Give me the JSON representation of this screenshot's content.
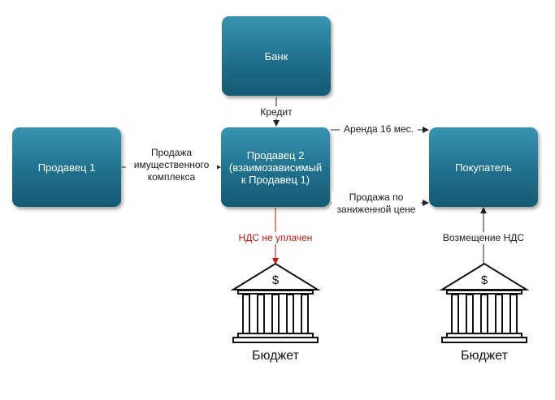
{
  "nodes": {
    "bank": "Банк",
    "seller1": "Продавец 1",
    "seller2_line1": "Продавец 2",
    "seller2_line2": "(взаимозависимый",
    "seller2_line3": "к Продавец 1)",
    "buyer": "Покупатель"
  },
  "edges": {
    "credit": "Кредит",
    "sale_complex_line1": "Продажа",
    "sale_complex_line2": "имущественного",
    "sale_complex_line3": "комплекса",
    "rent": "Аренда 16 мес.",
    "sale_low_line1": "Продажа по",
    "sale_low_line2": "заниженной цене",
    "vat_unpaid": "НДС не уплачен",
    "vat_refund": "Возмещение НДС"
  },
  "budgets": {
    "left_label": "Бюджет",
    "right_label": "Бюджет",
    "symbol": "$"
  },
  "icons": [
    "bank-building-icon"
  ],
  "colors": {
    "box": "#1f708d",
    "red_arrow": "#d01010",
    "arrow": "#222222"
  }
}
